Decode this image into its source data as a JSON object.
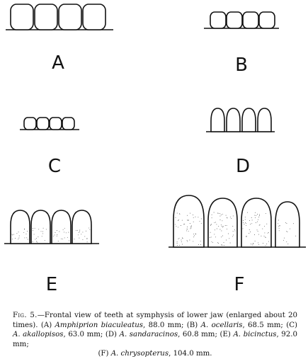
{
  "figure": {
    "panels": [
      {
        "letter": "A"
      },
      {
        "letter": "B"
      },
      {
        "letter": "C"
      },
      {
        "letter": "D"
      },
      {
        "letter": "E"
      },
      {
        "letter": "F"
      }
    ]
  },
  "caption": {
    "fig_label": "Fig. 5.",
    "text_1": "—Frontal view of teeth at symphysis of lower jaw (enlarged about 20 times). (A) ",
    "sp_a": "Amphiprion biaculeatus",
    "text_a": ", 88.0 mm; (B) ",
    "sp_b": "A. ocellaris",
    "text_b": ", 68.5 mm; (C) ",
    "sp_c": "A. akallopisos",
    "text_c": ", 63.0 mm; (D) ",
    "sp_d": "A. sandaracinos",
    "text_d": ", 60.8 mm; (E) ",
    "sp_e": "A. bicinctus",
    "text_e": ", 92.0 mm;",
    "text_f_pre": "(F) ",
    "sp_f": "A. chrysopterus",
    "text_f": ", 104.0 mm."
  }
}
